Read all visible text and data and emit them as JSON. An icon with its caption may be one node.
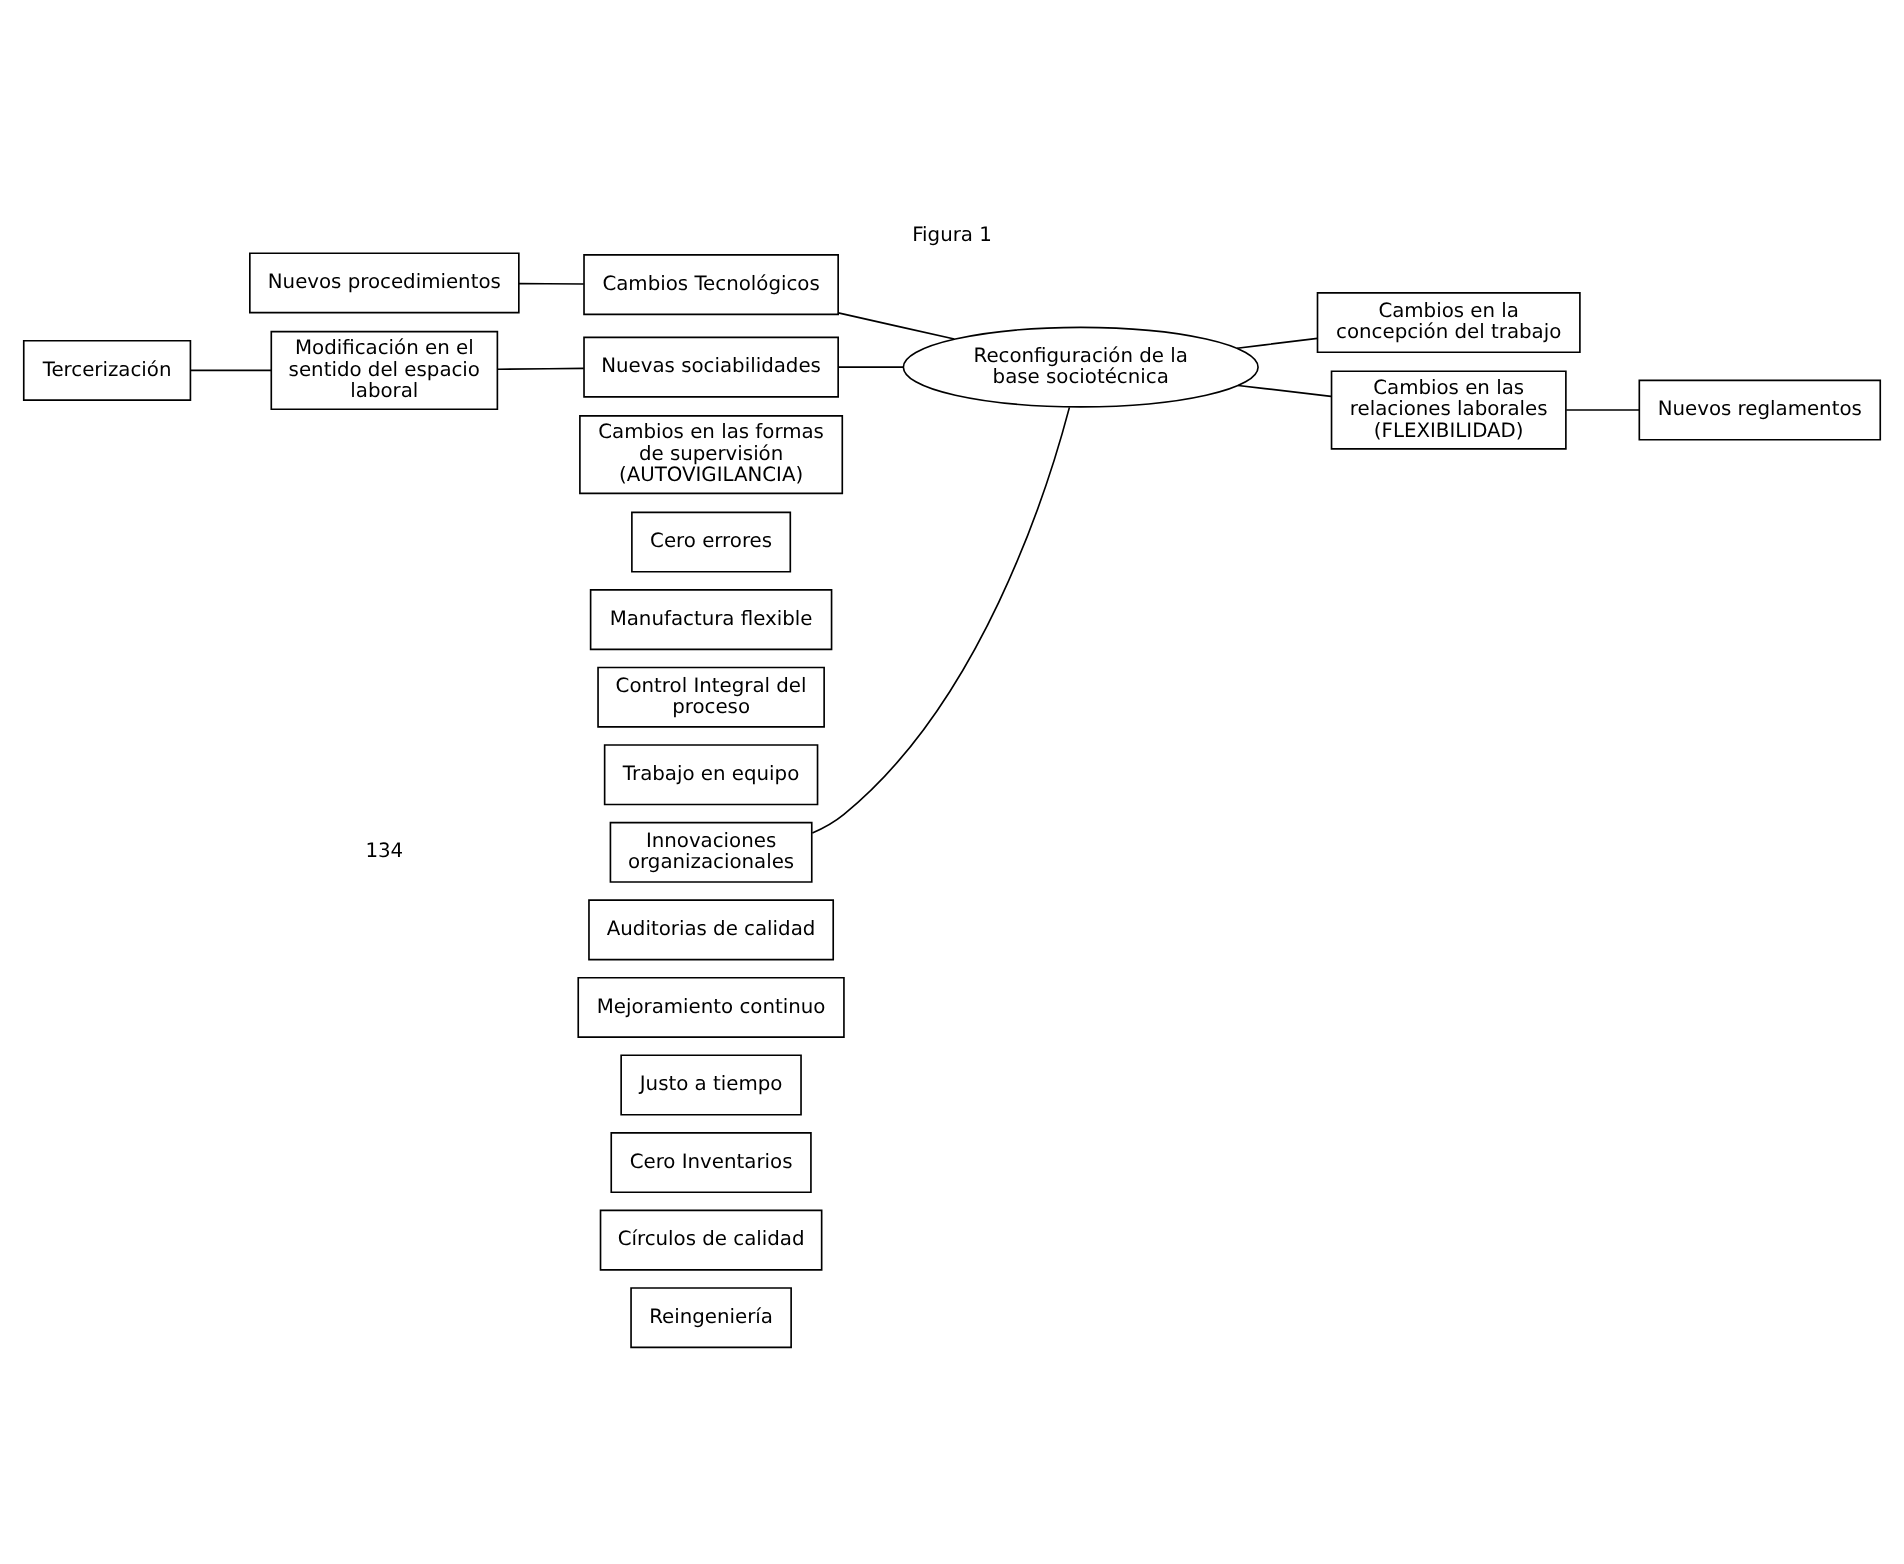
{
  "diagram": {
    "title": "Figura 1",
    "nodes": [
      {
        "text": [
          "Cambios en las formas de supervisión (AUTOVIGILANCIA)"
        ]
      },
      {
        "text": [
          "Cero errores"
        ]
      },
      {
        "text": [
          "Manufactura flexible"
        ]
      },
      {
        "text": [
          "Control Integral del proceso"
        ]
      },
      {
        "text": [
          "Trabajo en equipo"
        ]
      },
      {
        "text": [
          "Innovaciones organizacionales"
        ]
      },
      {
        "text": [
          "Auditorias de calidad"
        ]
      },
      {
        "text": [
          "Mejoramiento continuo"
        ]
      },
      {
        "text": [
          "Justo a tiempo"
        ]
      },
      {
        "text": [
          "Cero Inventarios"
        ]
      },
      {
        "text": [
          "Círculos de calidad"
        ]
      },
      {
        "text": [
          "Reingeniería"
        ]
      },
      {
        "text": [
          "Nuevos procedimientos"
        ]
      },
      {
        "text": [
          "Cambios Tecnológicos"
        ]
      },
      {
        "text": [
          "Tercerización"
        ]
      },
      {
        "text": [
          "Modificación en el sentido del espacio laboral"
        ]
      },
      {
        "text": [
          "Nuevas sociabilidades"
        ]
      },
      {
        "text": [
          "Reconfiguración de la base sociotécnica"
        ]
      },
      {
        "text": [
          "Cambios en la concepción del trabajo"
        ]
      },
      {
        "text": [
          "Cambios en las relaciones laborales (FLEXIBILIDAD)"
        ]
      },
      {
        "text": [
          "Nuevos reglamentos"
        ]
      }
    ],
    "edges": [
      {
        "from": 17,
        "to": 5,
        "arrow": "none"
      },
      {
        "from": 12,
        "to": 13,
        "arrow": "none"
      },
      {
        "from": 13,
        "to": 17,
        "arrow": "none"
      },
      {
        "from": 14,
        "to": 15,
        "arrow": "none"
      },
      {
        "from": 15,
        "to": 16,
        "arrow": "none"
      },
      {
        "from": 16,
        "to": 17,
        "arrow": "none"
      },
      {
        "from": 17,
        "to": 18,
        "arrow": "none"
      },
      {
        "from": 17,
        "to": 19,
        "arrow": "none"
      },
      {
        "from": 19,
        "to": 20,
        "arrow": "none"
      }
    ],
    "labels": [
      "134"
    ]
  }
}
